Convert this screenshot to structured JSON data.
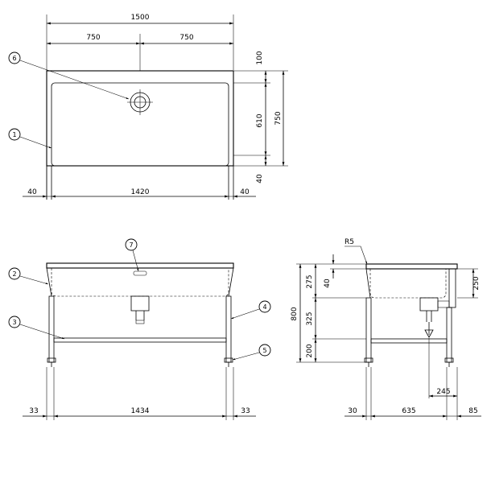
{
  "top_view": {
    "overall_width": "1500",
    "half_left": "750",
    "half_right": "750",
    "rim_back": "100",
    "bowl_depth": "610",
    "rim_front": "40",
    "overall_depth": "750",
    "side_left": "40",
    "bowl_width": "1420",
    "side_right": "40"
  },
  "front_view": {
    "leg_left": "33",
    "leg_span": "1434",
    "leg_right": "33"
  },
  "side_view": {
    "radius": "R5",
    "backsplash_gap": "40",
    "bowl_height": "275",
    "shelf_gap": "325",
    "shelf_height": "200",
    "overall_height": "800",
    "backsplash": "250",
    "drain_offset": "245",
    "front_leg": "30",
    "leg_depth": "635",
    "rear_overhang": "85"
  },
  "callouts": [
    "6",
    "1",
    "7",
    "2",
    "3",
    "4",
    "5"
  ]
}
